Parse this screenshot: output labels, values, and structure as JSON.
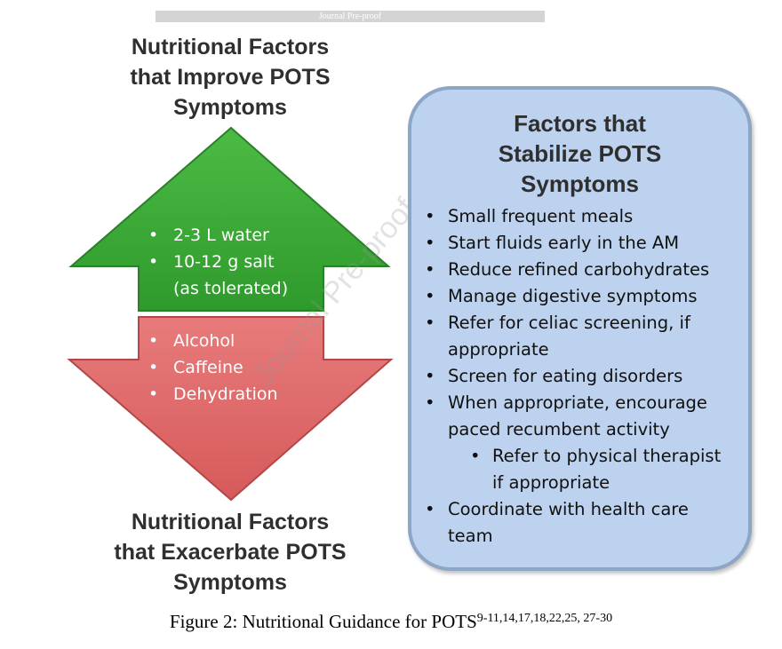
{
  "header_banner": "Journal Pre-proof",
  "watermark": "Journal Pre-proof",
  "top_heading": "Nutritional Factors\nthat Improve POTS\nSymptoms",
  "improve_items": [
    "2-3 L water",
    "10-12 g salt\n(as tolerated)"
  ],
  "exacerbate_items": [
    "Alcohol",
    "Caffeine",
    "Dehydration"
  ],
  "bottom_heading": "Nutritional Factors\nthat Exacerbate POTS\nSymptoms",
  "stabilize_panel": {
    "title": "Factors that\nStabilize POTS\nSymptoms",
    "items": [
      {
        "text": "Small frequent meals",
        "level": 1
      },
      {
        "text": "Start fluids early in the AM",
        "level": 1
      },
      {
        "text": "Reduce refined carbohydrates",
        "level": 1
      },
      {
        "text": "Manage digestive symptoms",
        "level": 1
      },
      {
        "text": "Refer for celiac screening, if\nappropriate",
        "level": 1
      },
      {
        "text": "Screen for eating disorders",
        "level": 1
      },
      {
        "text": "When appropriate, encourage\npaced recumbent activity",
        "level": 1
      },
      {
        "text": "Refer to physical therapist\nif appropriate",
        "level": 2
      },
      {
        "text": "Coordinate with health care\nteam",
        "level": 1
      }
    ]
  },
  "caption": {
    "text": "Figure 2: Nutritional Guidance for POTS",
    "superscript": "9-11,14,17,18,22,25, 27-30"
  },
  "colors": {
    "green_arrow": "#3aa536",
    "red_arrow": "#df6c6d",
    "panel_fill": "#bcd2ef",
    "panel_border": "#8ea6c6"
  }
}
